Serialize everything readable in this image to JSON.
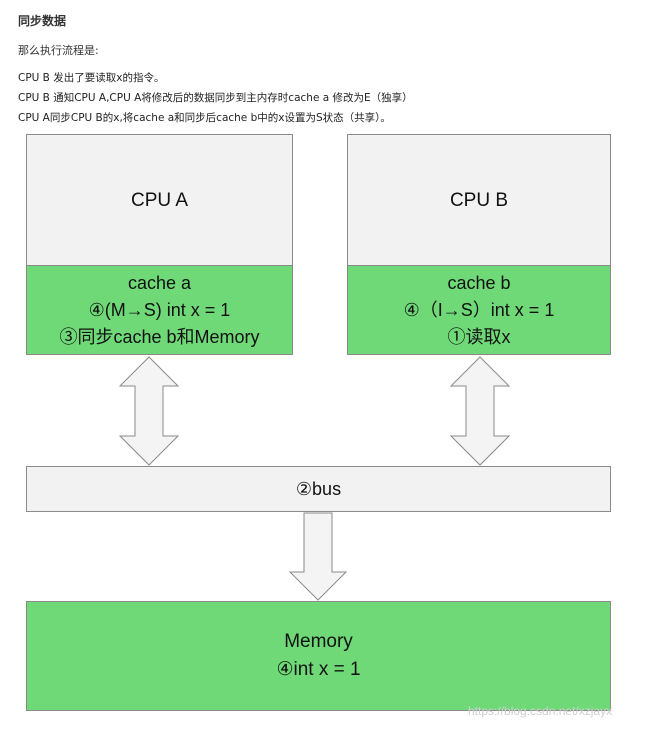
{
  "heading": "同步数据",
  "intro": "那么执行流程是:",
  "steps": [
    "CPU B 发出了要读取x的指令。",
    "CPU B 通知CPU A,CPU A将修改后的数据同步到主内存时cache a 修改为E（独享）",
    "CPU A同步CPU B的x,将cache a和同步后cache b中的x设置为S状态（共享）。"
  ],
  "diagram": {
    "cpu_a": {
      "label": "CPU A",
      "cache_lines": [
        "cache a",
        "④(M→S) int x = 1",
        "③同步cache b和Memory"
      ]
    },
    "cpu_b": {
      "label": "CPU B",
      "cache_lines": [
        "cache b",
        "④（I→S）int x = 1",
        "①读取x"
      ]
    },
    "bus_label": "②bus",
    "memory_lines": [
      "Memory",
      "④int x = 1"
    ]
  },
  "colors": {
    "cache_fill": "#6fd978",
    "box_fill": "#f2f2f2",
    "border": "#8a8a8a"
  },
  "watermark": "https://blog.csdn.net/xzjayx"
}
